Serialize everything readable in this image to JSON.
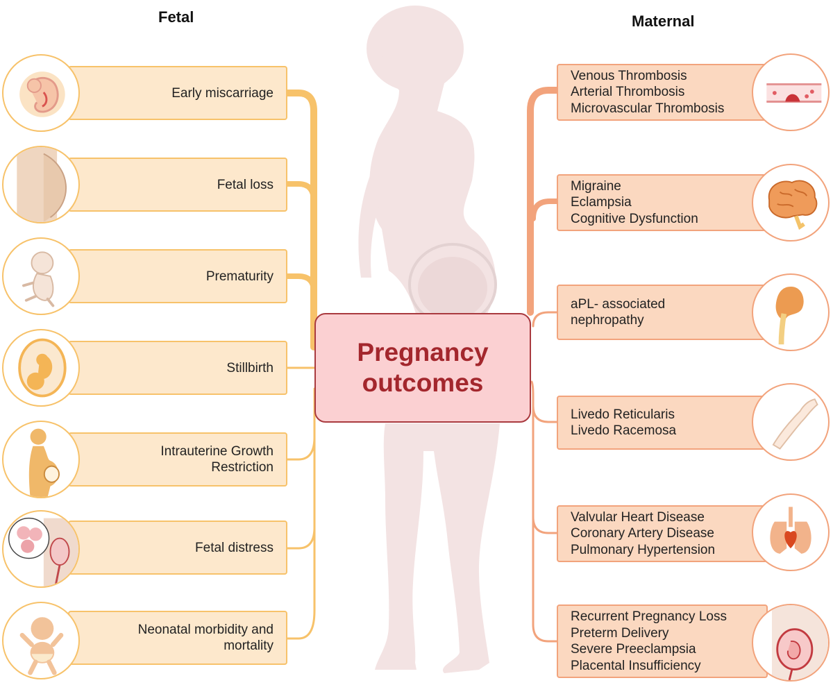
{
  "headings": {
    "fetal": "Fetal",
    "maternal": "Maternal"
  },
  "center": {
    "line1": "Pregnancy",
    "line2": "outcomes"
  },
  "fetal": [
    {
      "lines": [
        "Early miscarriage"
      ],
      "icon": "embryo-icon"
    },
    {
      "lines": [
        "Fetal loss"
      ],
      "icon": "pregnant-belly-icon"
    },
    {
      "lines": [
        "Prematurity"
      ],
      "icon": "premature-baby-icon"
    },
    {
      "lines": [
        "Stillbirth"
      ],
      "icon": "fetus-in-womb-icon"
    },
    {
      "lines": [
        "Intrauterine Growth",
        "Restriction"
      ],
      "icon": "pregnant-woman-icon"
    },
    {
      "lines": [
        "Fetal distress"
      ],
      "icon": "placenta-cells-icon"
    },
    {
      "lines": [
        "Neonatal morbidity and",
        "mortality"
      ],
      "icon": "newborn-icon"
    }
  ],
  "maternal": [
    {
      "lines": [
        "Venous Thrombosis",
        "Arterial Thrombosis",
        "Microvascular Thrombosis"
      ],
      "icon": "blood-vessel-clot-icon"
    },
    {
      "lines": [
        "Migraine",
        "Eclampsia",
        "Cognitive Dysfunction"
      ],
      "icon": "brain-icon"
    },
    {
      "lines": [
        "aPL- associated",
        "nephropathy"
      ],
      "icon": "kidney-icon"
    },
    {
      "lines": [
        "Livedo Reticularis",
        "Livedo Racemosa"
      ],
      "icon": "arm-skin-icon"
    },
    {
      "lines": [
        "Valvular Heart Disease",
        "Coronary Artery Disease",
        "Pulmonary Hypertension"
      ],
      "icon": "heart-lungs-icon"
    },
    {
      "lines": [
        "Recurrent Pregnancy Loss",
        "Preterm Delivery",
        "Severe Preeclampsia",
        "Placental Insufficiency"
      ],
      "icon": "uterus-fetus-icon"
    }
  ],
  "colors": {
    "fetal_accent": "#f7c26a",
    "fetal_fill": "#fde8cc",
    "maternal_accent": "#f2a37c",
    "maternal_fill": "#fbd8c0",
    "center_fill": "#fbd0d2",
    "center_text": "#a3272d",
    "silhouette": "#f3e3e3"
  }
}
